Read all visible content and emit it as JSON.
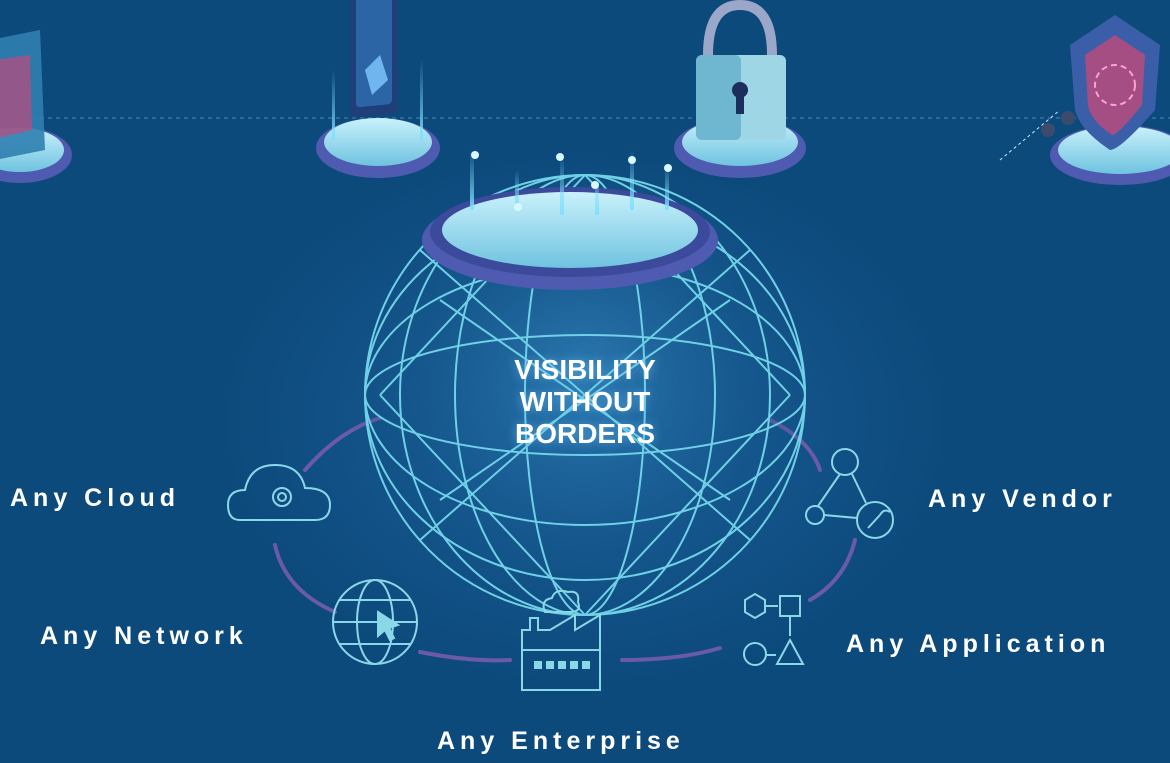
{
  "hero": {
    "title_lines": [
      "VISIBILITY",
      "WITHOUT",
      "BORDERS"
    ]
  },
  "labels": {
    "cloud": "Any Cloud",
    "network": "Any Network",
    "enterprise": "Any Enterprise",
    "application": "Any Application",
    "vendor": "Any Vendor"
  },
  "icons": {
    "cloud": "cloud-gear-icon",
    "network": "globe-cursor-icon",
    "enterprise": "factory-icon",
    "application": "flowchart-icon",
    "vendor": "network-wrench-icon"
  },
  "colors": {
    "background": "#0d4a7c",
    "globe_line": "#6fd0e6",
    "ring_arc": "#6a5aa8",
    "pedestal_top": "#a9e6f7",
    "pedestal_rim": "#4f5bb0",
    "icon_line": "#8ad7e8"
  }
}
